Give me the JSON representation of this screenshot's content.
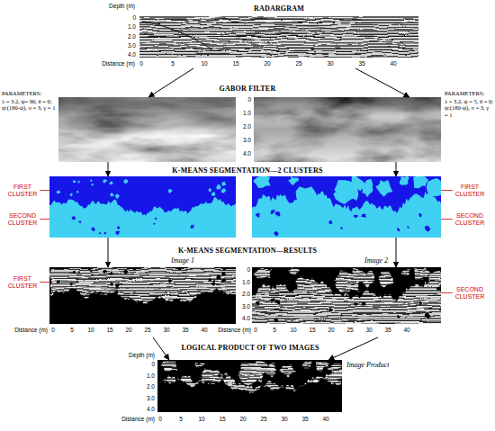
{
  "diagram": {
    "nodes": [
      {
        "text": [
          "RADARGRAM"
        ]
      },
      {
        "text": [
          "PARAMETERS:",
          "λ = 3.2, ψ= 90, θ = 0; ψ:(180-ψ), σ = 3, γ = 1"
        ]
      },
      {
        "text": [
          "PARAMETERS:",
          "λ = 3.2, ψ = 5, θ = 0; ψ:(180-ψ), σ = 3, γ = 1"
        ]
      },
      {
        "text": [
          "FIRST CLUSTER",
          "SECOND CLUSTER"
        ]
      },
      {
        "text": [
          "FIRST CLUSTER",
          "SECOND CLUSTER"
        ]
      },
      {
        "text": [
          "Image 1",
          "FIRST CLUSTER"
        ]
      },
      {
        "text": [
          "Image 2",
          "SECOND CLUSTER"
        ]
      },
      {
        "text": [
          "LOGICAL PRODUCT OF TWO IMAGES",
          "Image Product"
        ]
      }
    ],
    "edges": [
      {
        "from": 0,
        "to": 1,
        "arrow": "to"
      },
      {
        "from": 0,
        "to": 2,
        "arrow": "to"
      },
      {
        "from": 1,
        "to": 3,
        "arrow": "to"
      },
      {
        "from": 2,
        "to": 4,
        "arrow": "to"
      },
      {
        "from": 3,
        "to": 5,
        "arrow": "to"
      },
      {
        "from": 4,
        "to": 6,
        "arrow": "to"
      },
      {
        "from": 5,
        "to": 7,
        "arrow": "to"
      },
      {
        "from": 6,
        "to": 7,
        "arrow": "to"
      }
    ],
    "labels": [
      "GABOR FILTER",
      "K-MEANS SEGMENTATION—2 CLUSTERS",
      "K-MEANS SEGMENTATION—RESULTS",
      "Depth (m)",
      "0",
      "1.0",
      "2.0",
      "3.0",
      "4.0",
      "Distance (m)",
      "0",
      "5",
      "10",
      "15",
      "20",
      "25",
      "30",
      "35",
      "40",
      "0",
      "1.0",
      "2.0",
      "3.0",
      "4.0",
      "0",
      "1.0",
      "2.0",
      "3.0",
      "4.0",
      "Distance (m)",
      "0",
      "5",
      "10",
      "15",
      "20",
      "25",
      "30",
      "35",
      "40",
      "Distance (m)",
      "0",
      "5",
      "10",
      "15",
      "20",
      "25",
      "30",
      "35",
      "40",
      "Depth (m)",
      "0",
      "1.0",
      "2.0",
      "3.0",
      "4.0",
      "Distance (m)",
      "0",
      "5",
      "10",
      "15",
      "20",
      "25",
      "30",
      "35",
      "40"
    ]
  }
}
